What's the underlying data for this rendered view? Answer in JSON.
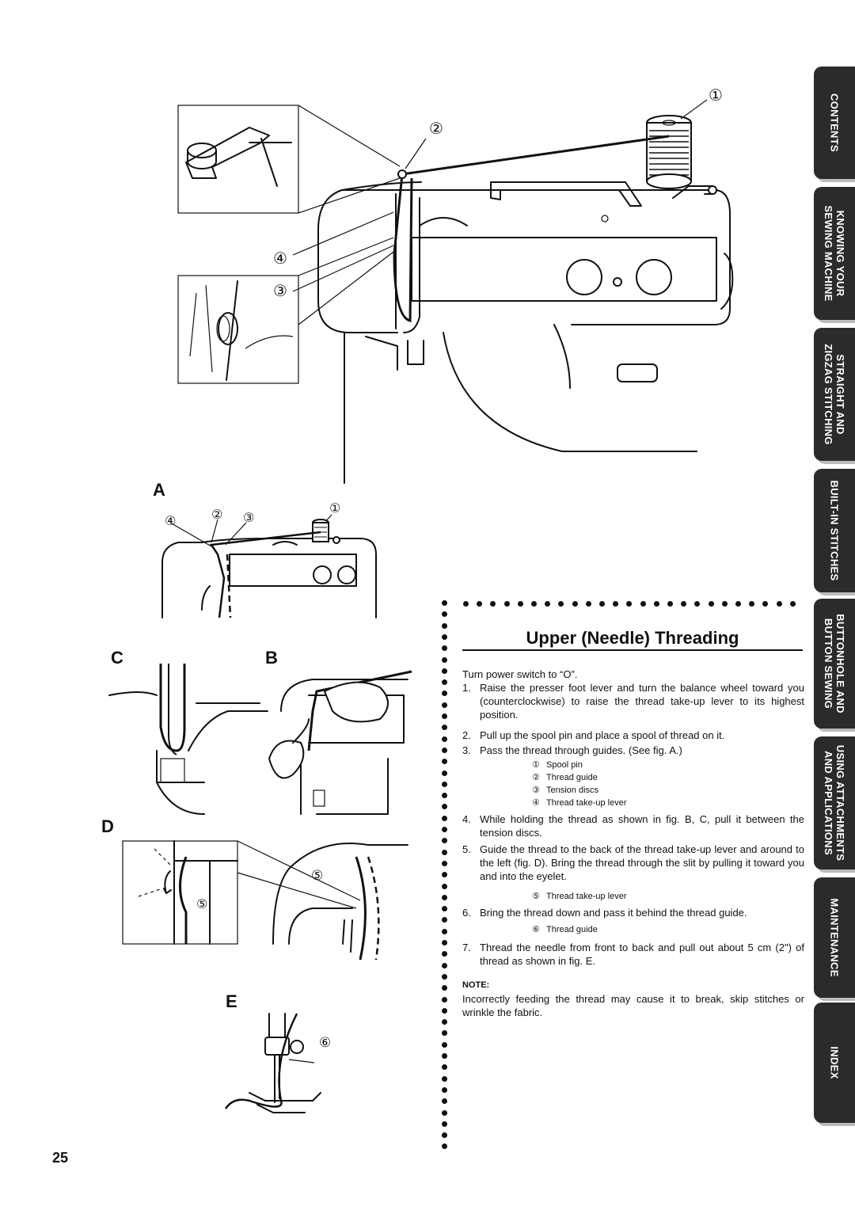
{
  "page_number": "25",
  "tabs": [
    {
      "label": "CONTENTS"
    },
    {
      "label": "KNOWING YOUR\nSEWING MACHINE"
    },
    {
      "label": "STRAIGHT AND\nZIGZAG STITCHING"
    },
    {
      "label": "BUILT-IN STITCHES"
    },
    {
      "label": "BUTTONHOLE AND\nBUTTON SEWING"
    },
    {
      "label": "USING ATTACHMENTS\nAND APPLICATIONS"
    },
    {
      "label": "MAINTENANCE"
    },
    {
      "label": "INDEX"
    }
  ],
  "figures": {
    "main_callouts": [
      "①",
      "②",
      "④",
      "③"
    ],
    "fig_a": {
      "label": "A",
      "callouts": [
        "④",
        "②",
        "③",
        "①"
      ]
    },
    "fig_b": {
      "label": "B"
    },
    "fig_c": {
      "label": "C"
    },
    "fig_d": {
      "label": "D",
      "callouts": [
        "⑤",
        "⑤"
      ]
    },
    "fig_e": {
      "label": "E",
      "callouts": [
        "⑥"
      ]
    }
  },
  "section": {
    "title": "Upper (Needle) Threading",
    "intro": "Turn power switch to “O”.",
    "steps": [
      {
        "num": "1.",
        "text": "Raise the presser foot lever and turn the balance wheel toward you (counterclockwise) to raise the thread take-up lever to its highest position."
      },
      {
        "num": "2.",
        "text": "Pull up the spool pin and place a spool of thread on it."
      },
      {
        "num": "3.",
        "text": "Pass the thread through guides. (See fig. A.)"
      },
      {
        "num": "4.",
        "text": "While holding the thread as shown in fig. B, C, pull it between the tension discs."
      },
      {
        "num": "5.",
        "text": "Guide the thread to the back of the thread take-up lever and around to the left (fig. D). Bring the thread through the slit by pulling it toward you and into the eyelet."
      },
      {
        "num": "6.",
        "text": "Bring the thread down and pass it behind the thread guide."
      },
      {
        "num": "7.",
        "text": "Thread the needle from front to back and pull out about 5 cm (2\") of thread as shown in fig. E."
      }
    ],
    "legend_a": [
      {
        "code": "①",
        "text": "Spool pin"
      },
      {
        "code": "②",
        "text": "Thread guide"
      },
      {
        "code": "③",
        "text": "Tension discs"
      },
      {
        "code": "④",
        "text": "Thread take-up lever"
      }
    ],
    "legend_5": {
      "code": "⑤",
      "text": "Thread take-up lever"
    },
    "legend_6": {
      "code": "⑥",
      "text": "Thread guide"
    },
    "note_heading": "NOTE:",
    "note_text": "Incorrectly feeding the thread may cause it to break, skip stitches or wrinkle the fabric."
  }
}
